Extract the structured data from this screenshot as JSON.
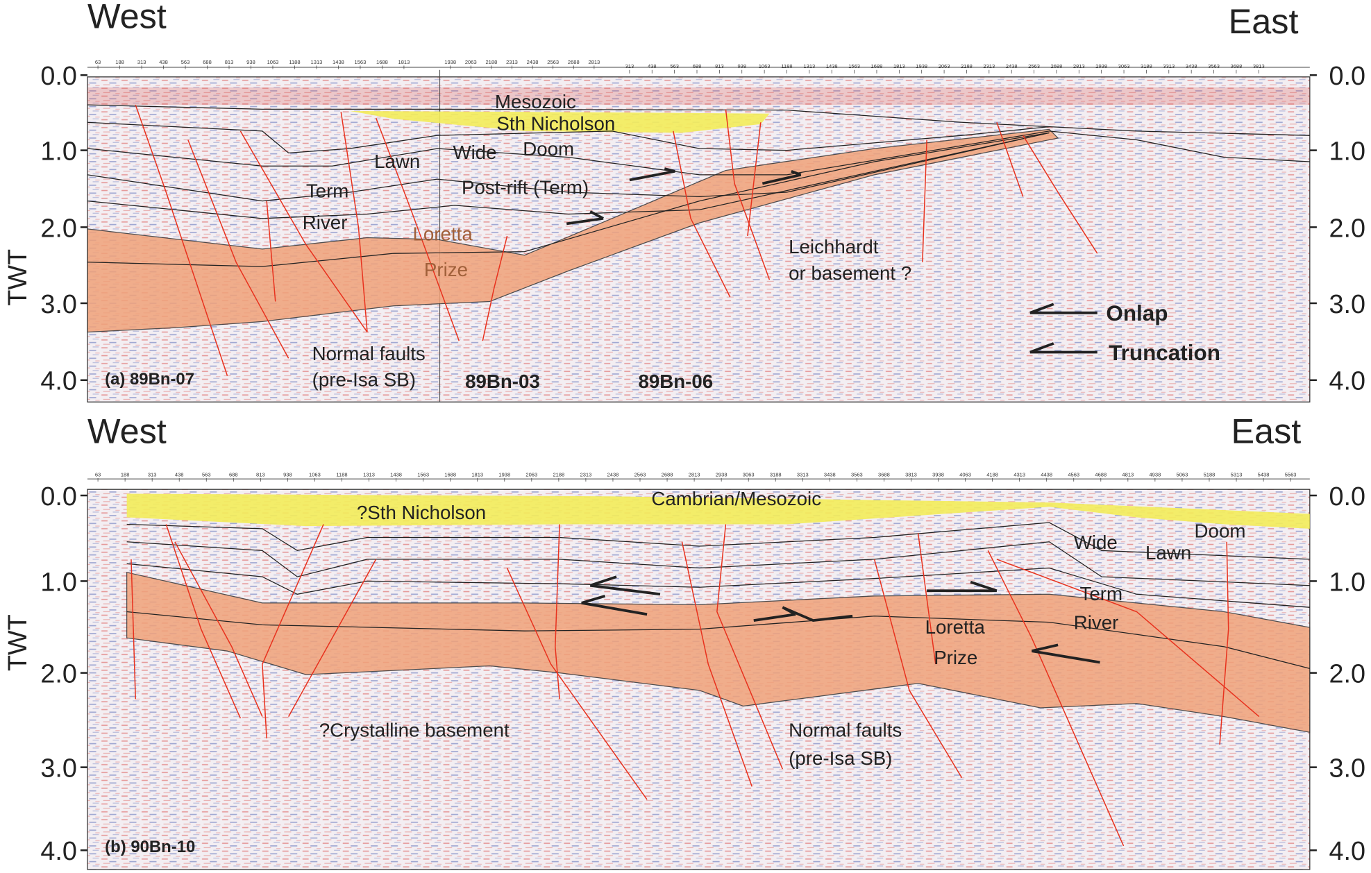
{
  "panel_a": {
    "west": "West",
    "east": "East",
    "y_axis_label": "TWT",
    "y_ticks": [
      "0.0",
      "1.0",
      "2.0",
      "3.0",
      "4.0"
    ],
    "x_ticks_1": [
      "63",
      "188",
      "313",
      "438",
      "563",
      "688",
      "813",
      "938",
      "1063",
      "1188",
      "1313",
      "1438",
      "1563",
      "1688",
      "1813"
    ],
    "x_ticks_2": [
      "1938",
      "2063",
      "2188",
      "2313",
      "2438",
      "2563",
      "2688",
      "2813"
    ],
    "x_ticks_3": [
      "313",
      "438",
      "563",
      "688",
      "813",
      "938",
      "1063",
      "1188",
      "1313",
      "1438",
      "1563",
      "1688",
      "1813",
      "1938",
      "2063",
      "2188",
      "2313",
      "2438",
      "2563",
      "2688",
      "2813",
      "2938",
      "3063",
      "3188",
      "3313",
      "3438",
      "3563",
      "3688",
      "3813"
    ],
    "labels": {
      "mesozoic": "Mesozoic",
      "sth_nicholson": "Sth Nicholson",
      "doom": "Doom",
      "wide": "Wide",
      "lawn": "Lawn",
      "term": "Term",
      "post_rift": "Post-rift (Term)",
      "river": "River",
      "loretta": "Loretta",
      "prize": "Prize",
      "leichhardt": "Leichhardt",
      "or_basement": "or basement ?",
      "normal_faults": "Normal faults",
      "pre_isa": "(pre-Isa SB)",
      "line_a": "(a) 89Bn-07",
      "line_03": "89Bn-03",
      "line_06": "89Bn-06"
    },
    "legend": {
      "onlap": "Onlap",
      "truncation": "Truncation"
    }
  },
  "panel_b": {
    "west": "West",
    "east": "East",
    "y_axis_label": "TWT",
    "y_ticks": [
      "0.0",
      "1.0",
      "2.0",
      "3.0",
      "4.0"
    ],
    "x_ticks": [
      "63",
      "188",
      "313",
      "438",
      "563",
      "688",
      "813",
      "938",
      "1063",
      "1188",
      "1313",
      "1438",
      "1563",
      "1688",
      "1813",
      "1938",
      "2063",
      "2188",
      "2313",
      "2438",
      "2563",
      "2688",
      "2813",
      "2938",
      "3063",
      "3188",
      "3313",
      "3438",
      "3563",
      "3688",
      "3813",
      "3938",
      "4063",
      "4188",
      "4313",
      "4438",
      "4563",
      "4688",
      "4813",
      "4938",
      "5063",
      "5188",
      "5313",
      "5438",
      "5563"
    ],
    "labels": {
      "cambrian": "Cambrian/Mesozoic",
      "sth_nicholson": "?Sth Nicholson",
      "wide": "Wide",
      "lawn": "Lawn",
      "doom": "Doom",
      "term": "Term",
      "river": "River",
      "loretta": "Loretta",
      "prize": "Prize",
      "crystalline": "?Crystalline basement",
      "normal_faults": "Normal faults",
      "pre_isa": "(pre-Isa SB)",
      "line_b": "(b) 90Bn-10"
    }
  },
  "colors": {
    "orange": "#f0a27a",
    "yellow": "#f3ec5a",
    "fault": "#e8321e"
  }
}
